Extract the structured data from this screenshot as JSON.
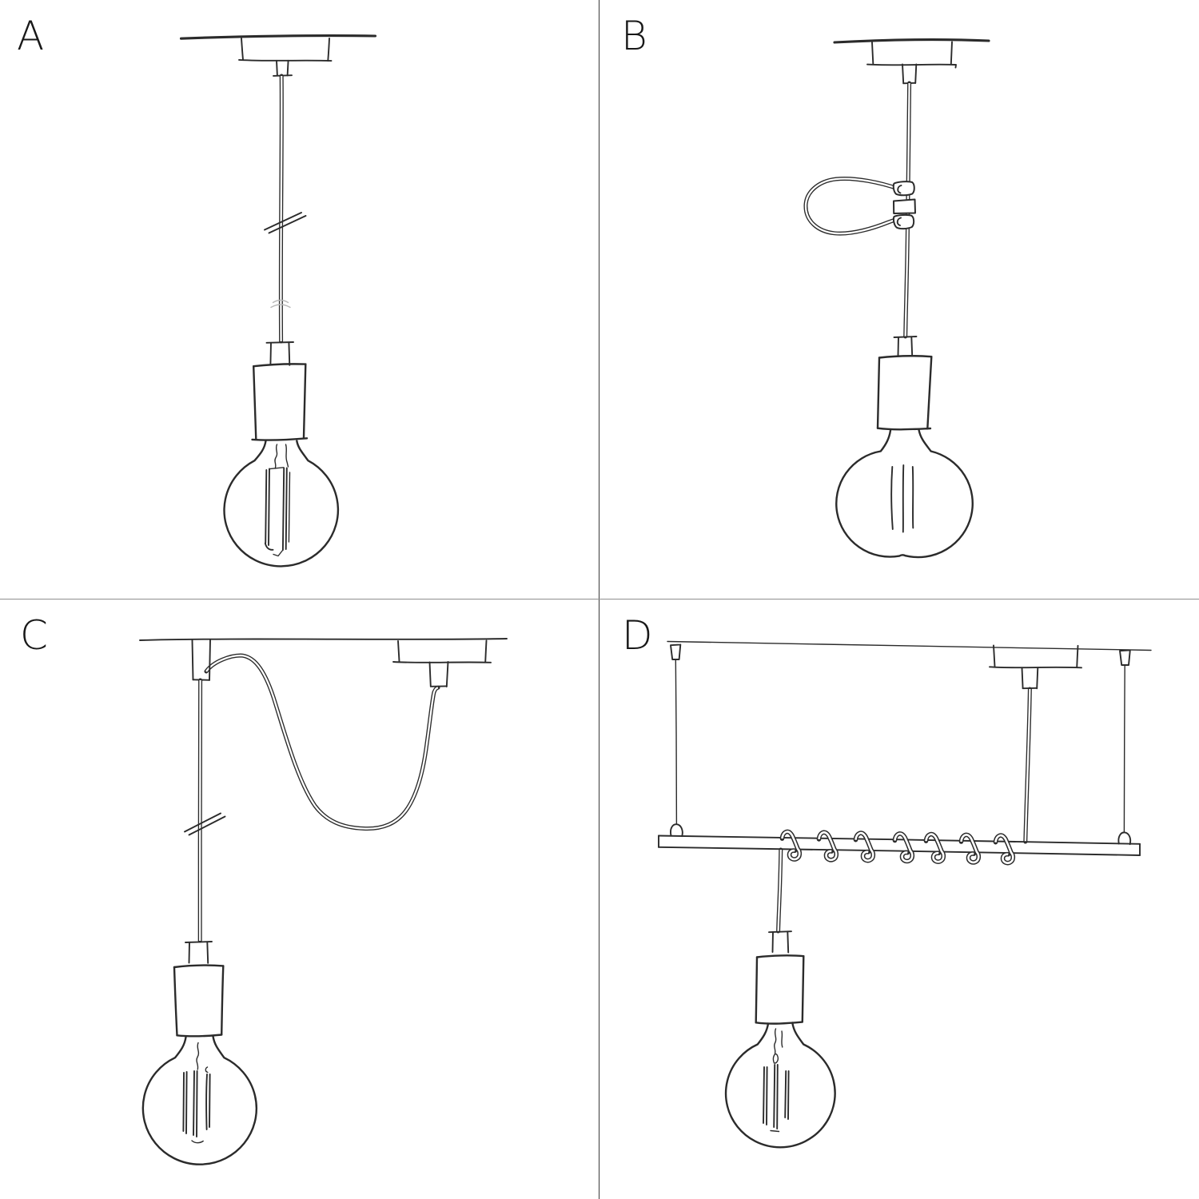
{
  "figure": {
    "background": "#ffffff",
    "ink_color": "#2b2b2b",
    "divider_vertical_color": "#3a3a3a",
    "divider_horizontal_color": "#8f8f8f"
  },
  "panels": [
    {
      "id": "a",
      "label": "A"
    },
    {
      "id": "b",
      "label": "B"
    },
    {
      "id": "c",
      "label": "C"
    },
    {
      "id": "d",
      "label": "D"
    }
  ]
}
